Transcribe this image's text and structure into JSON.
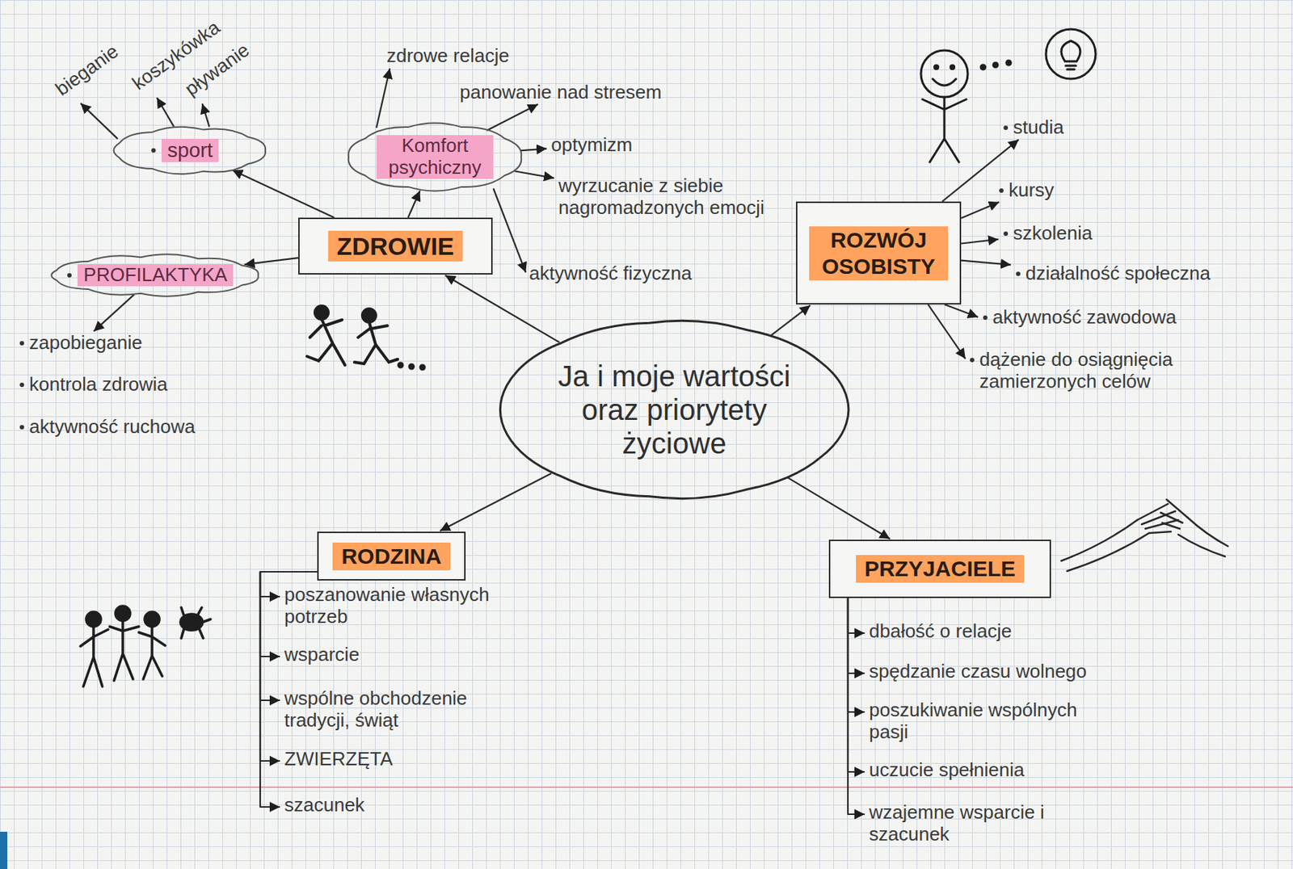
{
  "diagram": {
    "nodes": [
      {
        "text": [
          "Ja i moje wartości oraz priorytety życiowe"
        ]
      },
      {
        "text": [
          "ZDROWIE"
        ]
      },
      {
        "text": [
          "sport"
        ]
      },
      {
        "text": [
          "bieganie"
        ]
      },
      {
        "text": [
          "koszykówka"
        ]
      },
      {
        "text": [
          "pływanie"
        ]
      },
      {
        "text": [
          "Komfort psychiczny"
        ]
      },
      {
        "text": [
          "zdrowe relacje"
        ]
      },
      {
        "text": [
          "panowanie nad stresem"
        ]
      },
      {
        "text": [
          "optymizm"
        ]
      },
      {
        "text": [
          "wyrzucanie z siebie nagromadzonych emocji"
        ]
      },
      {
        "text": [
          "aktywność fizyczna"
        ]
      },
      {
        "text": [
          "PROFILAKTYKA"
        ]
      },
      {
        "text": [
          "zapobieganie"
        ]
      },
      {
        "text": [
          "kontrola zdrowia"
        ]
      },
      {
        "text": [
          "aktywność ruchowa"
        ]
      },
      {
        "text": [
          "ROZWÓJ OSOBISTY"
        ]
      },
      {
        "text": [
          "studia"
        ]
      },
      {
        "text": [
          "kursy"
        ]
      },
      {
        "text": [
          "szkolenia"
        ]
      },
      {
        "text": [
          "działalność społeczna"
        ]
      },
      {
        "text": [
          "aktywność zawodowa"
        ]
      },
      {
        "text": [
          "dążenie do osiągnięcia zamierzonych celów"
        ]
      },
      {
        "text": [
          "RODZINA"
        ]
      },
      {
        "text": [
          "poszanowanie własnych potrzeb"
        ]
      },
      {
        "text": [
          "wsparcie"
        ]
      },
      {
        "text": [
          "wspólne obchodzenie tradycji, świąt"
        ]
      },
      {
        "text": [
          "ZWIERZĘTA"
        ]
      },
      {
        "text": [
          "szacunek"
        ]
      },
      {
        "text": [
          "PRZYJACIELE"
        ]
      },
      {
        "text": [
          "dbałość o relacje"
        ]
      },
      {
        "text": [
          "spędzanie czasu wolnego"
        ]
      },
      {
        "text": [
          "poszukiwanie wspólnych pasji"
        ]
      },
      {
        "text": [
          "uczucie spełnienia"
        ]
      },
      {
        "text": [
          "wzajemne wsparcie i szacunek"
        ]
      }
    ],
    "edges": [
      {
        "from": 0,
        "to": 1,
        "arrow": "to"
      },
      {
        "from": 0,
        "to": 16,
        "arrow": "to"
      },
      {
        "from": 0,
        "to": 23,
        "arrow": "to"
      },
      {
        "from": 0,
        "to": 29,
        "arrow": "to"
      },
      {
        "from": 1,
        "to": 2,
        "arrow": "to"
      },
      {
        "from": 1,
        "to": 6,
        "arrow": "to"
      },
      {
        "from": 1,
        "to": 12,
        "arrow": "to"
      },
      {
        "from": 2,
        "to": 3,
        "arrow": "to"
      },
      {
        "from": 2,
        "to": 4,
        "arrow": "to"
      },
      {
        "from": 2,
        "to": 5,
        "arrow": "to"
      },
      {
        "from": 6,
        "to": 7,
        "arrow": "to"
      },
      {
        "from": 6,
        "to": 8,
        "arrow": "to"
      },
      {
        "from": 6,
        "to": 9,
        "arrow": "to"
      },
      {
        "from": 6,
        "to": 10,
        "arrow": "to"
      },
      {
        "from": 6,
        "to": 11,
        "arrow": "to"
      },
      {
        "from": 12,
        "to": 13,
        "arrow": "to"
      },
      {
        "from": 16,
        "to": 17,
        "arrow": "to"
      },
      {
        "from": 16,
        "to": 18,
        "arrow": "to"
      },
      {
        "from": 16,
        "to": 19,
        "arrow": "to"
      },
      {
        "from": 16,
        "to": 20,
        "arrow": "to"
      },
      {
        "from": 16,
        "to": 21,
        "arrow": "to"
      },
      {
        "from": 16,
        "to": 22,
        "arrow": "to"
      },
      {
        "from": 23,
        "to": 24,
        "arrow": "to"
      },
      {
        "from": 23,
        "to": 25,
        "arrow": "to"
      },
      {
        "from": 23,
        "to": 26,
        "arrow": "to"
      },
      {
        "from": 23,
        "to": 27,
        "arrow": "to"
      },
      {
        "from": 23,
        "to": 28,
        "arrow": "to"
      },
      {
        "from": 29,
        "to": 30,
        "arrow": "to"
      },
      {
        "from": 29,
        "to": 31,
        "arrow": "to"
      },
      {
        "from": 29,
        "to": 32,
        "arrow": "to"
      },
      {
        "from": 29,
        "to": 33,
        "arrow": "to"
      },
      {
        "from": 29,
        "to": 34,
        "arrow": "to"
      }
    ]
  }
}
